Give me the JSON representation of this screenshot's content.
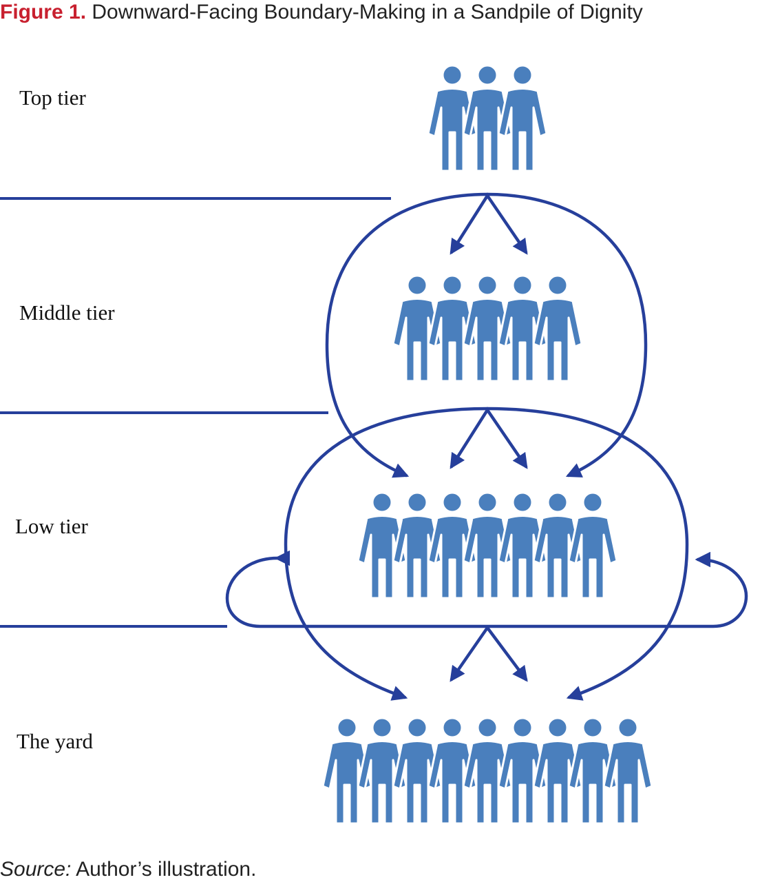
{
  "caption": {
    "label": "Figure 1.",
    "title": "Downward-Facing Boundary-Making in a Sandpile of Dignity"
  },
  "tiers": [
    {
      "name": "Top tier",
      "people": 3
    },
    {
      "name": "Middle tier",
      "people": 5
    },
    {
      "name": "Low tier",
      "people": 7
    },
    {
      "name": "The yard",
      "people": 9
    }
  ],
  "source": {
    "label": "Source:",
    "text": "Author’s illustration."
  },
  "colors": {
    "people": "#4a7fbd",
    "lines": "#263f9b",
    "figure_label": "#c8202f"
  }
}
